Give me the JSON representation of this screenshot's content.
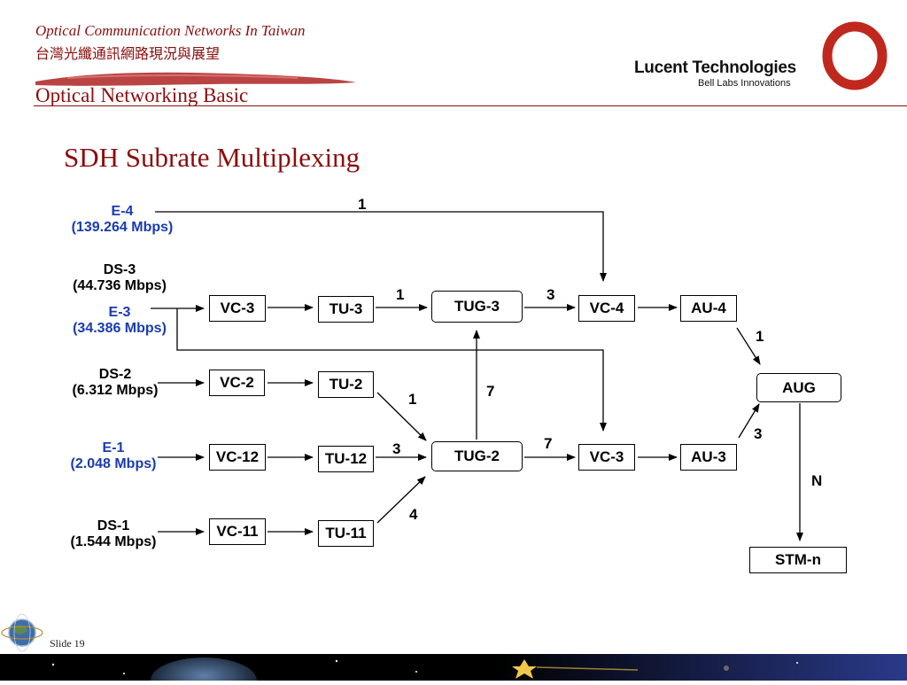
{
  "header": {
    "course_title": "Optical Communication Networks In Taiwan",
    "course_title_chinese": "台灣光纖通訊網路現況與展望",
    "section": "Optical Networking Basic",
    "logo_company": "Lucent Technologies",
    "logo_tagline": "Bell Labs Innovations",
    "accent_color": "#8b0d0d"
  },
  "slide": {
    "title": "SDH Subrate Multiplexing",
    "number_label": "Slide 19"
  },
  "diagram": {
    "sources": {
      "e4": {
        "name": "E-4",
        "rate": "(139.264 Mbps)"
      },
      "ds3": {
        "name": "DS-3",
        "rate": "(44.736 Mbps)"
      },
      "e3": {
        "name": "E-3",
        "rate": "(34.386 Mbps)"
      },
      "ds2": {
        "name": "DS-2",
        "rate": "(6.312 Mbps)"
      },
      "e1": {
        "name": "E-1",
        "rate": "(2.048 Mbps)"
      },
      "ds1": {
        "name": "DS-1",
        "rate": "(1.544 Mbps)"
      }
    },
    "nodes": {
      "vc3_top": "VC-3",
      "tu3": "TU-3",
      "tug3": "TUG-3",
      "vc4": "VC-4",
      "au4": "AU-4",
      "aug": "AUG",
      "vc2": "VC-2",
      "tu2": "TU-2",
      "vc12": "VC-12",
      "tu12": "TU-12",
      "tug2": "TUG-2",
      "vc3_bottom": "VC-3",
      "au3": "AU-3",
      "vc11": "VC-11",
      "tu11": "TU-11",
      "stmn": "STM-n"
    },
    "multiplex_factors": {
      "e4_to_vc4": "1",
      "tu3_to_tug3": "1",
      "tug3_to_vc4": "3",
      "au4_to_aug": "1",
      "tu2_to_tug2": "1",
      "tug2_to_tug3": "7",
      "tu12_to_tug2": "3",
      "tug2_to_vc3": "7",
      "au3_to_aug": "3",
      "aug_to_stmn": "N",
      "tu11_to_tug2": "4"
    },
    "colors": {
      "blue_source": "#1a3bb0",
      "black_source": "#000000"
    }
  }
}
